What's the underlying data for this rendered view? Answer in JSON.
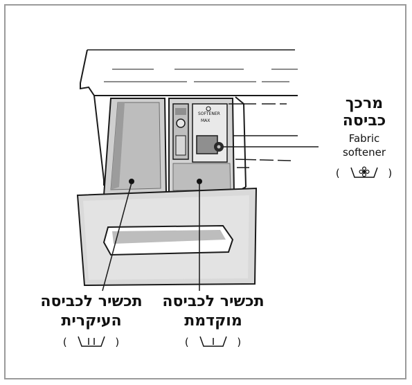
{
  "labels": {
    "softener": {
      "hebrew_line1": "מרכך",
      "hebrew_line2": "כביסה",
      "english_line1": "Fabric",
      "english_line2": "softener",
      "symbol_left": "(",
      "symbol_right": ")"
    },
    "main_wash": {
      "hebrew_line1": "תכשיר לכביסה",
      "hebrew_line2": "העיקרית",
      "symbol_left": "(",
      "symbol_right": ")"
    },
    "prewash": {
      "hebrew_line1": "תכשיר לכביסה",
      "hebrew_line2": "מוקדמת",
      "symbol_left": "(",
      "symbol_right": ")"
    },
    "compartment_print": {
      "softener_tag": "SOFTENER",
      "max_tag": "MAX"
    }
  },
  "icons": {
    "softener_symbol": "flower-in-tub-icon",
    "main_wash_symbol": "double-line-tub-icon",
    "prewash_symbol": "single-line-tub-icon"
  },
  "colors": {
    "line": "#1a1a1a",
    "shade": "#bdbdbd",
    "shade_dark": "#8f8f8f",
    "frame": "#9a9a9a"
  }
}
